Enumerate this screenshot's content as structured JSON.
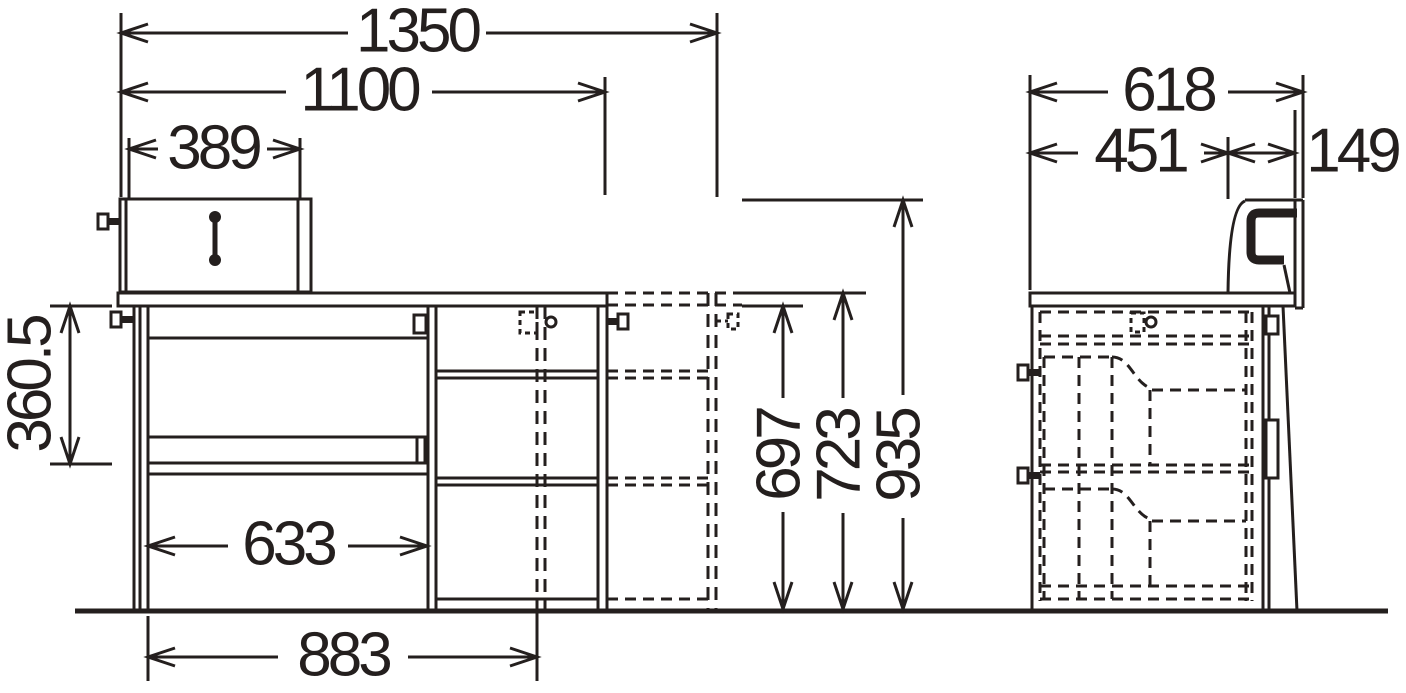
{
  "ink_color": "#241f1e",
  "background_color": "#ffffff",
  "views": {
    "front": {
      "dimensions": {
        "overall_width": "1350",
        "desk_width": "1100",
        "hutch_width": "389",
        "left_opening_height": "360.5",
        "knee_space_width": "633",
        "base_width": "883",
        "underside_height": "697",
        "desktop_height": "723",
        "overall_height": "935"
      }
    },
    "side": {
      "dimensions": {
        "overall_depth": "618",
        "desktop_depth": "451",
        "back_panel_depth": "149"
      }
    }
  }
}
